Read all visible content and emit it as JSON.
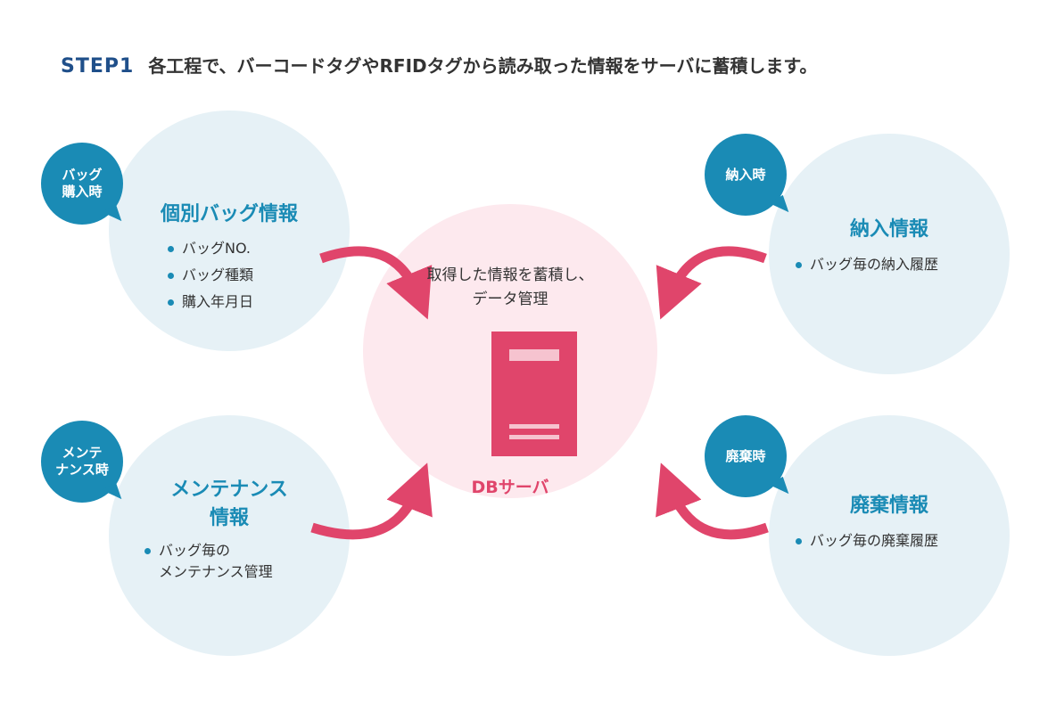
{
  "header": {
    "step": "STEP1",
    "text": "各工程で、バーコードタグやRFIDタグから読み取った情報をサーバに蓄積します。"
  },
  "center": {
    "text_line1": "取得した情報を蓄積し、",
    "text_line2": "データ管理",
    "server_label": "DBサーバ"
  },
  "purchase": {
    "bubble_line1": "バッグ",
    "bubble_line2": "購入時",
    "title": "個別バッグ情報",
    "items": [
      "バッグNO.",
      "バッグ種類",
      "購入年月日"
    ]
  },
  "delivery": {
    "bubble": "納入時",
    "title": "納入情報",
    "items": [
      "バッグ毎の納入履歴"
    ]
  },
  "maintenance": {
    "bubble_line1": "メンテ",
    "bubble_line2": "ナンス時",
    "title_line1": "メンテナンス",
    "title_line2": "情報",
    "item_line1": "バッグ毎の",
    "item_line2": "メンテナンス管理"
  },
  "disposal": {
    "bubble": "廃棄時",
    "title": "廃棄情報",
    "items": [
      "バッグ毎の廃棄履歴"
    ]
  },
  "colors": {
    "accent_blue": "#1a8bb5",
    "step_navy": "#1f4f8a",
    "arrow_pink": "#e0456b",
    "light_blue": "#e6f1f6",
    "light_pink": "#fde9ee"
  }
}
